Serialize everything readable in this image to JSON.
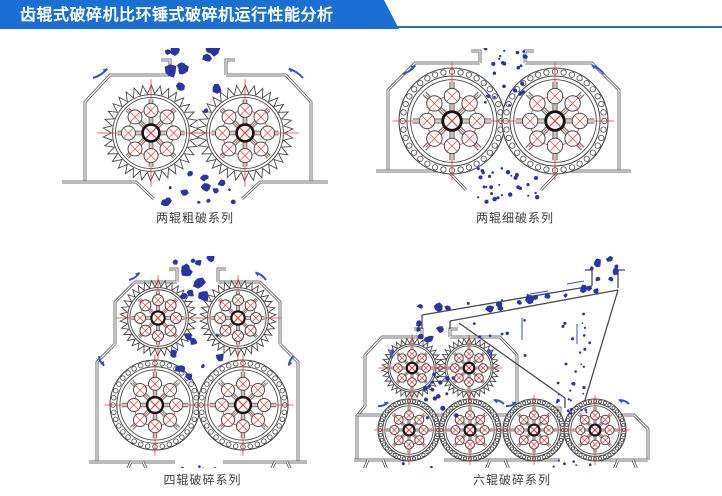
{
  "header": {
    "title": "齿辊式破碎机比环锤式破碎机运行性能分析"
  },
  "panels": [
    {
      "name": "two-roll-coarse",
      "label": "两辊粗破系列"
    },
    {
      "name": "two-roll-fine",
      "label": "两辊细破系列"
    },
    {
      "name": "four-roll",
      "label": "四辊破碎系列"
    },
    {
      "name": "six-roll",
      "label": "六辊破碎系列"
    }
  ],
  "colors": {
    "banner": "#1b6fd3",
    "banner_text": "#ffffff",
    "background": "#ffffff",
    "outline": "#4a4a4a",
    "spoke_gray": "#777777",
    "hub": "#141414",
    "red_centerline": "#e23b3b",
    "material": "#2a35a3",
    "arrow": "#3a50c4",
    "caption_text": "#3f3f3f"
  },
  "icons": {
    "rotation_arrow": "curved-arrow",
    "material_chunk": "blob",
    "material_fines": "dot"
  }
}
